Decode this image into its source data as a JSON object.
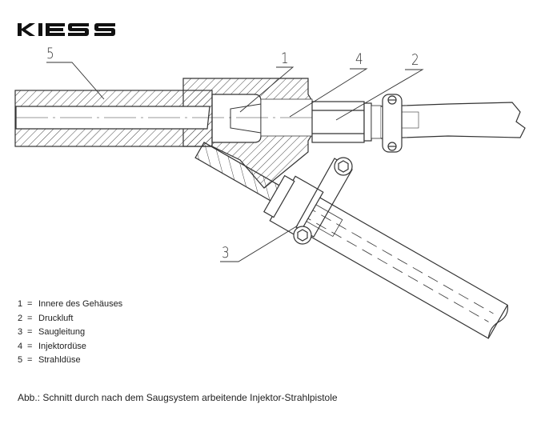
{
  "logo": {
    "text": "KIESS"
  },
  "callouts": [
    "5",
    "1",
    "4",
    "2",
    "3"
  ],
  "legend": [
    {
      "num": "1",
      "eq": "=",
      "text": "Innere des Gehäuses"
    },
    {
      "num": "2",
      "eq": "=",
      "text": "Druckluft"
    },
    {
      "num": "3",
      "eq": "=",
      "text": "Saugleitung"
    },
    {
      "num": "4",
      "eq": "=",
      "text": "Injektordüse"
    },
    {
      "num": "5",
      "eq": "=",
      "text": "Strahldüse"
    }
  ],
  "caption": "Abb.: Schnitt durch nach dem Saugsystem arbeitende Injektor-Strahlpistole"
}
